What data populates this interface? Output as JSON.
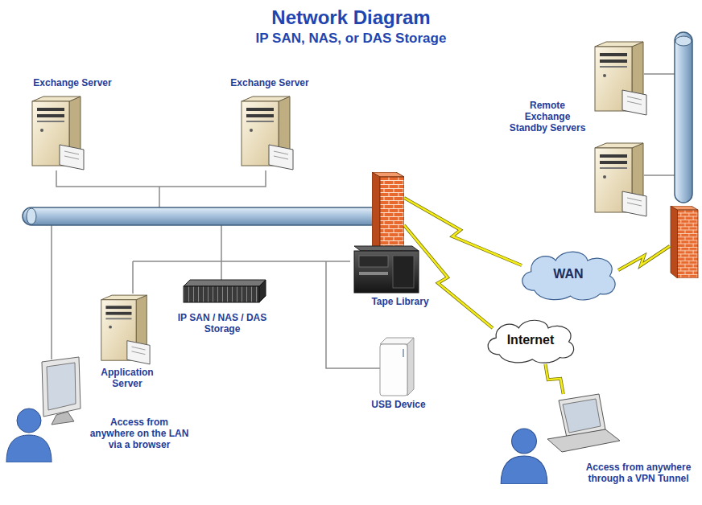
{
  "diagram": {
    "title": "Network Diagram",
    "nodes": [
      {
        "text": [
          "Exchange Server"
        ]
      },
      {
        "text": [
          "Exchange Server"
        ]
      },
      {
        "text": [
          "Remote Exchange Standby Servers"
        ]
      },
      {
        "text": [
          "WAN"
        ]
      },
      {
        "text": [
          "Tape Library"
        ]
      },
      {
        "text": [
          "IP SAN / NAS / DAS Storage"
        ]
      },
      {
        "text": [
          "Application Server"
        ]
      },
      {
        "text": [
          "Internet"
        ]
      },
      {
        "text": [
          "USB Device"
        ]
      },
      {
        "text": [
          "Access from anywhere on the LAN via a browser"
        ]
      },
      {
        "text": [
          "Access from anywhere through a VPN Tunnel"
        ]
      }
    ],
    "edges": [
      {
        "from": 10,
        "to": 7,
        "arrow": "none"
      }
    ],
    "labels": [
      "IP SAN, NAS, or DAS Storage"
    ]
  }
}
